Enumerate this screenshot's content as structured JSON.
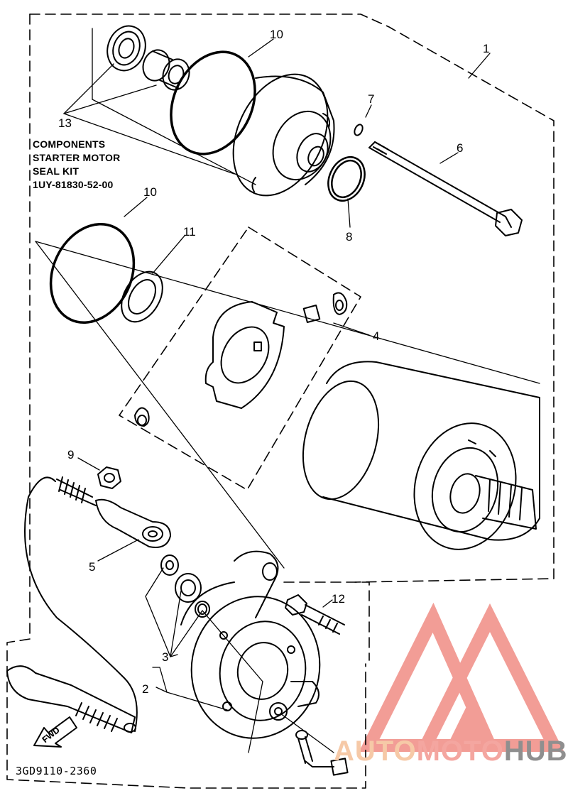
{
  "diagram": {
    "callouts": [
      {
        "id": "c1",
        "label": "1"
      },
      {
        "id": "c2",
        "label": "2"
      },
      {
        "id": "c3",
        "label": "3"
      },
      {
        "id": "c4",
        "label": "4"
      },
      {
        "id": "c5",
        "label": "5"
      },
      {
        "id": "c6",
        "label": "6"
      },
      {
        "id": "c7",
        "label": "7"
      },
      {
        "id": "c8",
        "label": "8"
      },
      {
        "id": "c9",
        "label": "9"
      },
      {
        "id": "c10a",
        "label": "10"
      },
      {
        "id": "c10b",
        "label": "10"
      },
      {
        "id": "c11",
        "label": "11"
      },
      {
        "id": "c12",
        "label": "12"
      },
      {
        "id": "c13",
        "label": "13"
      }
    ],
    "seal_kit": {
      "line1": "COMPONENTS",
      "line2": "STARTER MOTOR",
      "line3": "SEAL KIT",
      "part_number": "1UY-81830-52-00"
    },
    "direction_label": "FWD",
    "drawing_code": "3GD9110-2360"
  },
  "watermark": {
    "part1": "AUTO",
    "part2": "MOTO",
    "part3": "HUB",
    "colors": {
      "part1": "#f6c9a7",
      "part2": "#f4a6a0",
      "part3": "#8f8f8f",
      "logo": "#f08c84"
    }
  }
}
